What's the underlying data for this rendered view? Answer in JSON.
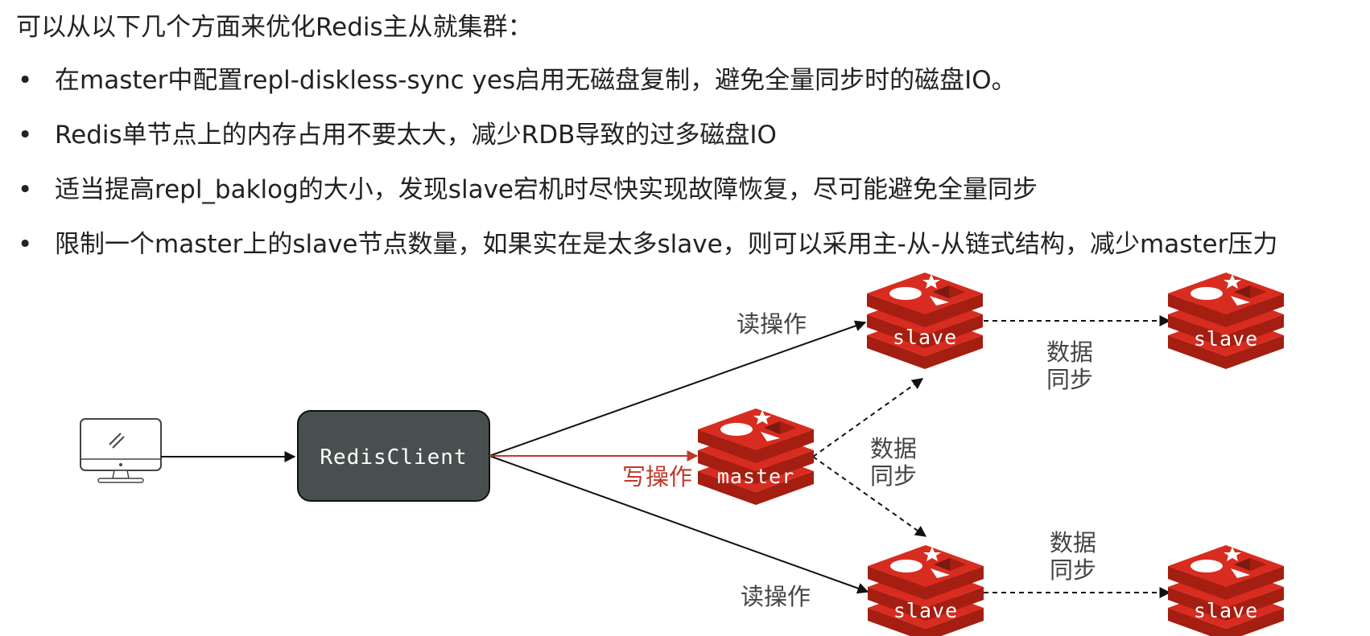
{
  "intro": "可以从以下几个方面来优化Redis主从就集群：",
  "bullet_char": "•",
  "bullets": [
    "在master中配置repl-diskless-sync yes启用无磁盘复制，避免全量同步时的磁盘IO。",
    "Redis单节点上的内存占用不要太大，减少RDB导致的过多磁盘IO",
    "适当提高repl_baklog的大小，发现slave宕机时尽快实现故障恢复，尽可能避免全量同步",
    "限制一个master上的slave节点数量，如果实在是太多slave，则可以采用主-从-从链式结构，减少master压力"
  ],
  "diagram": {
    "client_label": "RedisClient",
    "master_label": "master",
    "slave_label": "slave",
    "read_label": "读操作",
    "write_label": "写操作",
    "sync_label_line1": "数据",
    "sync_label_line2": "同步"
  },
  "colors": {
    "redis_red": "#d82c20",
    "redis_dark": "#a41e11",
    "client_box": "#474f4f",
    "write_arrow": "#c0392b",
    "write_text": "#c0392b"
  },
  "icons": [
    "computer-icon",
    "redis-icon"
  ]
}
